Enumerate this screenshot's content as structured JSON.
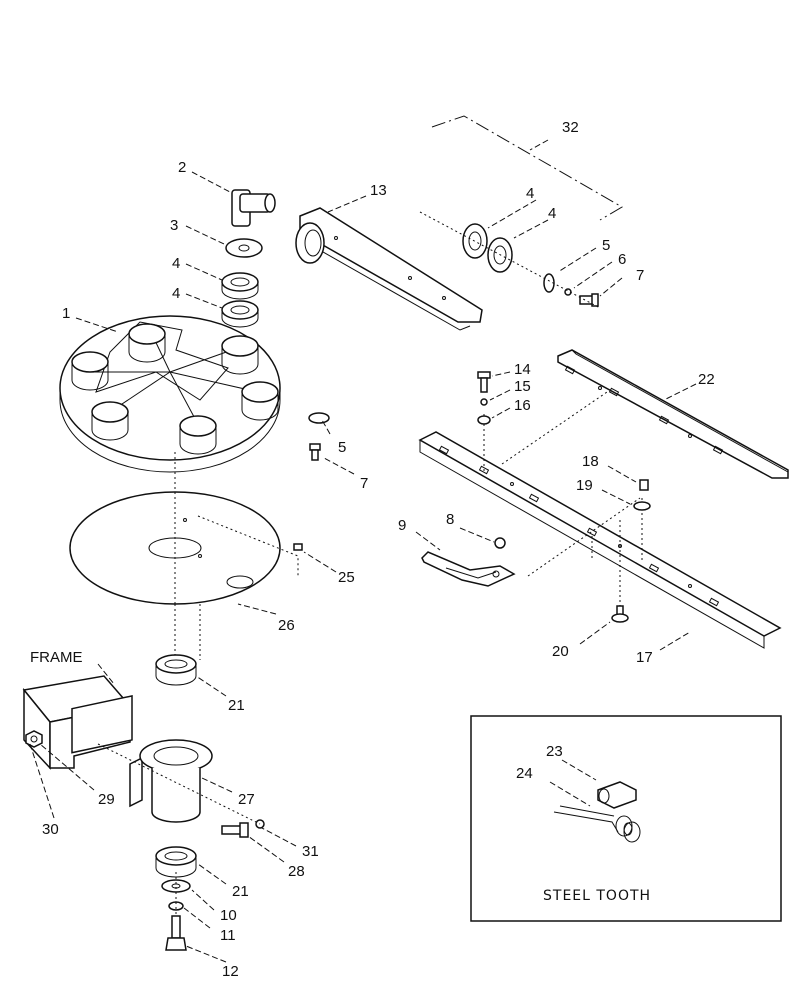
{
  "callouts": {
    "c1": "1",
    "c2": "2",
    "c3": "3",
    "c4a": "4",
    "c4b": "4",
    "c4c": "4",
    "c4d": "4",
    "c5a": "5",
    "c5b": "5",
    "c6": "6",
    "c7a": "7",
    "c7b": "7",
    "c8": "8",
    "c9": "9",
    "c10": "10",
    "c11": "11",
    "c12": "12",
    "c13": "13",
    "c14": "14",
    "c15": "15",
    "c16": "16",
    "c17": "17",
    "c18": "18",
    "c19": "19",
    "c20": "20",
    "c21a": "21",
    "c21b": "21",
    "c22": "22",
    "c23": "23",
    "c24": "24",
    "c25": "25",
    "c26": "26",
    "c27": "27",
    "c28": "28",
    "c29": "29",
    "c30": "30",
    "c31": "31",
    "c32": "32"
  },
  "frame_label": "FRAME",
  "inset": {
    "title": "STEEL TOOTH"
  }
}
